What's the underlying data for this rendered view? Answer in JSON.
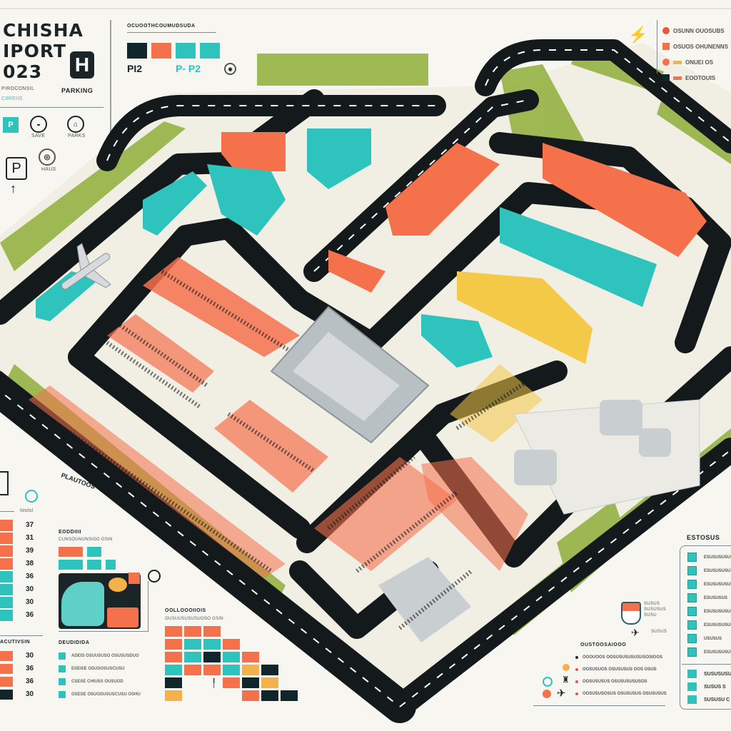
{
  "header": {
    "title_lines": [
      "CHISHA",
      "IPORT",
      "023"
    ],
    "subtitle_lines": [
      "PIROCONSIL",
      "CIIREIIS"
    ],
    "parking_icon_letter": "H",
    "parking_label": "PARKING",
    "p_icon_letter": "P",
    "icon_captions": [
      "SAVE",
      "PARKS",
      "HAUS"
    ]
  },
  "top_legend": {
    "heading": "OCUOOTHCOUMUDSUDA",
    "swatches": [
      "#10262b",
      "#f4714c",
      "#2ec4bd",
      "#2ec4bd"
    ],
    "label_left": "PI2",
    "label_right": "P- P2"
  },
  "top_right_legend": {
    "items": [
      {
        "label": "OSUNN OUOSUBS",
        "color": "#e8573b"
      },
      {
        "label": "OSUOS OHUNENNS",
        "color": "#f4714c"
      },
      {
        "label": "ONUEI OS",
        "color": "#f6b24a"
      },
      {
        "label": "EOOTOUIS",
        "color": "#f4714c"
      }
    ]
  },
  "map": {
    "road_label": "PLAUTOOS",
    "colors": {
      "road": "#14191b",
      "green": "#8fae3a",
      "orange": "#f4714c",
      "teal": "#2ec4bd",
      "yellow": "#f3c947",
      "gray": "#c9ced0"
    }
  },
  "left_stats": {
    "header": "IosIsI",
    "group1": [
      {
        "value": "37",
        "color": "#f4714c"
      },
      {
        "value": "31",
        "color": "#f4714c"
      },
      {
        "value": "39",
        "color": "#f4714c"
      },
      {
        "value": "38",
        "color": "#f4714c"
      },
      {
        "value": "36",
        "color": "#2ec4bd"
      },
      {
        "value": "30",
        "color": "#2ec4bd"
      },
      {
        "value": "30",
        "color": "#2ec4bd"
      },
      {
        "value": "36",
        "color": "#2ec4bd"
      }
    ],
    "group2_heading": "ACUTIVSIN",
    "group2": [
      {
        "value": "30",
        "color": "#f4714c"
      },
      {
        "value": "36",
        "color": "#f4714c"
      },
      {
        "value": "36",
        "color": "#f4714c"
      },
      {
        "value": "30",
        "color": "#10262b"
      }
    ]
  },
  "mid_panel": {
    "heading": "EODDIIII",
    "subheading": "CUNSOUNUNSIOO GSIN",
    "list_heading": "DEUDIDIDA",
    "list": [
      "ADEIS OSUUSUSO OSUSUSDUO",
      "ESEISE OSUSOSUSCUSU",
      "CSESE CHIUSS OUSUOD",
      "OSESE OSUOSUSUSCUSU OSHU"
    ]
  },
  "grid_panel": {
    "heading": "OOLLOOOIIOIS",
    "subheading": "OUSUUSUSUSUOSO GSIN",
    "rows": [
      [
        "#f4714c",
        "#f4714c",
        "#f4714c",
        "",
        "",
        ""
      ],
      [
        "#f4714c",
        "#2ec4bd",
        "#2ec4bd",
        "#f4714c",
        "",
        ""
      ],
      [
        "#f4714c",
        "#2ec4bd",
        "#10262b",
        "#2ec4bd",
        "#f4714c",
        ""
      ],
      [
        "#2ec4bd",
        "#f4714c",
        "#f4714c",
        "#2ec4bd",
        "#f6b24a",
        "#10262b"
      ],
      [
        "#10262b",
        "",
        "",
        "#f4714c",
        "#10262b",
        "#f6b24a"
      ],
      [
        "#f6b24a",
        "",
        "",
        "",
        "#f4714c",
        "#10262b",
        "#10262b"
      ]
    ]
  },
  "bottom_legend": {
    "heading": "OUSTOOSAIOOO",
    "items": [
      "OOOUOOS OOSUSUSUSUSUSOSIOOS",
      "OOSUSUOS OSUSUSUS OOS OSUS",
      "OOSUSUSUS OSUSUSUSUSOS",
      "OOSUSUSOSUS OSUSUSUS OSUSUSUS"
    ],
    "badge_caption": [
      "SUSUS",
      "SUSUSUS",
      "SUSU"
    ],
    "plane_caption": "SUSUS"
  },
  "right_panel": {
    "heading": "ESTOSUS",
    "rows": [
      "ESUSUSUSUS",
      "ESUSUSUSU",
      "ESUSUSUSUS",
      "ESUSUSUS",
      "ESUSUSUSUS",
      "ESUSUSUSUS",
      "USUSUS",
      "ESUSUSUSUS"
    ],
    "footer_rows": [
      "SUSUSUSU",
      "SUSUS S",
      "SUSUSU C"
    ]
  }
}
